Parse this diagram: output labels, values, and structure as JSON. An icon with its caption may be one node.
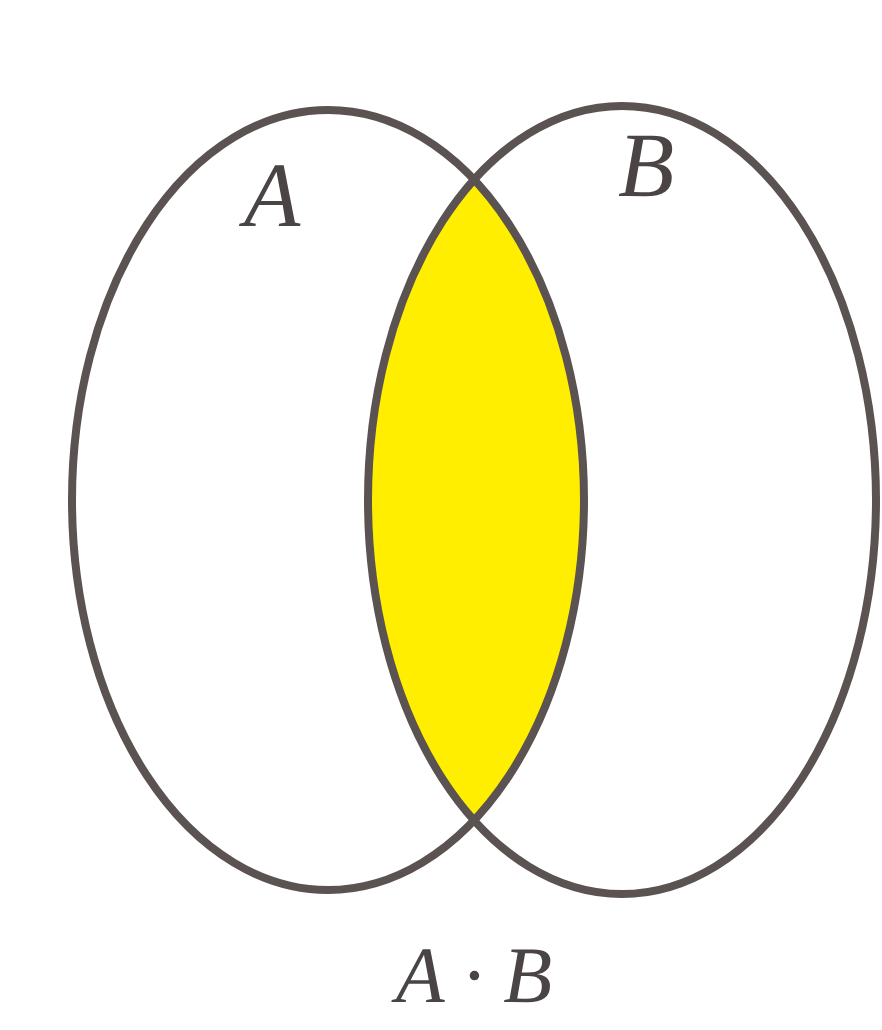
{
  "diagram": {
    "nodes": [
      {
        "text": [
          "A"
        ]
      },
      {
        "text": [
          "B"
        ]
      },
      {
        "text": [],
        "shape": "lens"
      }
    ],
    "labels": [
      "A · B"
    ]
  }
}
